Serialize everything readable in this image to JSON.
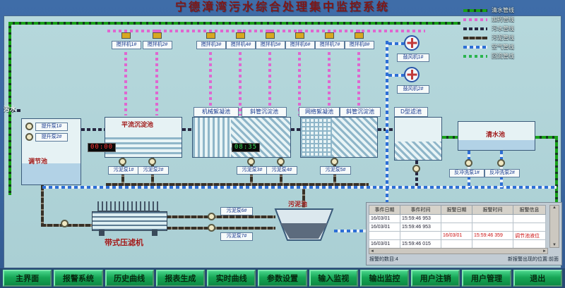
{
  "title": "宁德漳湾污水综合处理集中监控系统",
  "inlet_label": "污水",
  "legend": {
    "items": [
      {
        "label": "清水管线"
      },
      {
        "label": "加药管线"
      },
      {
        "label": "污水管线"
      },
      {
        "label": "污泥管线"
      },
      {
        "label": "空气管线"
      },
      {
        "label": "回流管线"
      }
    ]
  },
  "mixers": [
    "搅拌机1#",
    "搅拌机2#",
    "搅拌机3#",
    "搅拌机4#",
    "搅拌机5#",
    "搅拌机6#",
    "搅拌机7#",
    "搅拌机8#"
  ],
  "blowers": [
    "鼓风机1#",
    "鼓风机2#"
  ],
  "tanks": {
    "regulation": "调节池",
    "horizontal_sed": "平流沉淀池",
    "mech_floc": "机械絮凝池",
    "inclined_sed1": "斜管沉淀池",
    "grid_floc": "网络絮凝池",
    "inclined_sed2": "斜管沉淀池",
    "d_filter": "D型滤池",
    "clear_water": "清水池",
    "sludge_tank": "污泥池",
    "belt_press": "带式压滤机"
  },
  "pumps": {
    "lift": [
      "提升泵1#",
      "提升泵2#"
    ],
    "sludge": [
      "污泥泵1#",
      "污泥泵2#",
      "污泥泵3#",
      "污泥泵4#",
      "污泥泵5#",
      "污泥泵6#",
      "污泥泵7#"
    ],
    "backwash": [
      "反冲洗泵1#",
      "反冲洗泵2#"
    ]
  },
  "timers": {
    "settle": "00:00",
    "run": "08:35"
  },
  "alarm_panel": {
    "headers": [
      "事件日期",
      "事件时间",
      "报警日期",
      "报警时间",
      "报警信息"
    ],
    "rows": [
      {
        "cells": [
          "16/03/01",
          "15:59:46 953",
          "",
          "",
          ""
        ],
        "alarm": false
      },
      {
        "cells": [
          "16/03/01",
          "15:59:46 953",
          "",
          "",
          ""
        ],
        "alarm": false
      },
      {
        "cells": [
          "",
          "",
          "16/03/01",
          "15:59:46 359",
          "调节池液位"
        ],
        "alarm": true
      },
      {
        "cells": [
          "16/03/01",
          "15:59:46 015",
          "",
          "",
          ""
        ],
        "alarm": false
      }
    ],
    "footer_left": "报警的数目:4",
    "footer_right": "新报警出现的位置:前面"
  },
  "nav": [
    "主界面",
    "报警系统",
    "历史曲线",
    "报表生成",
    "实时曲线",
    "参数设置",
    "输入监视",
    "输出监控",
    "用户注销",
    "用户管理",
    "退出"
  ],
  "colors": {
    "clear_water": "#17a017",
    "dosing": "#e066d0",
    "sewage": "#262640",
    "sludge": "#383026",
    "air": "#2d6fd6",
    "button_green": "#17a656"
  }
}
